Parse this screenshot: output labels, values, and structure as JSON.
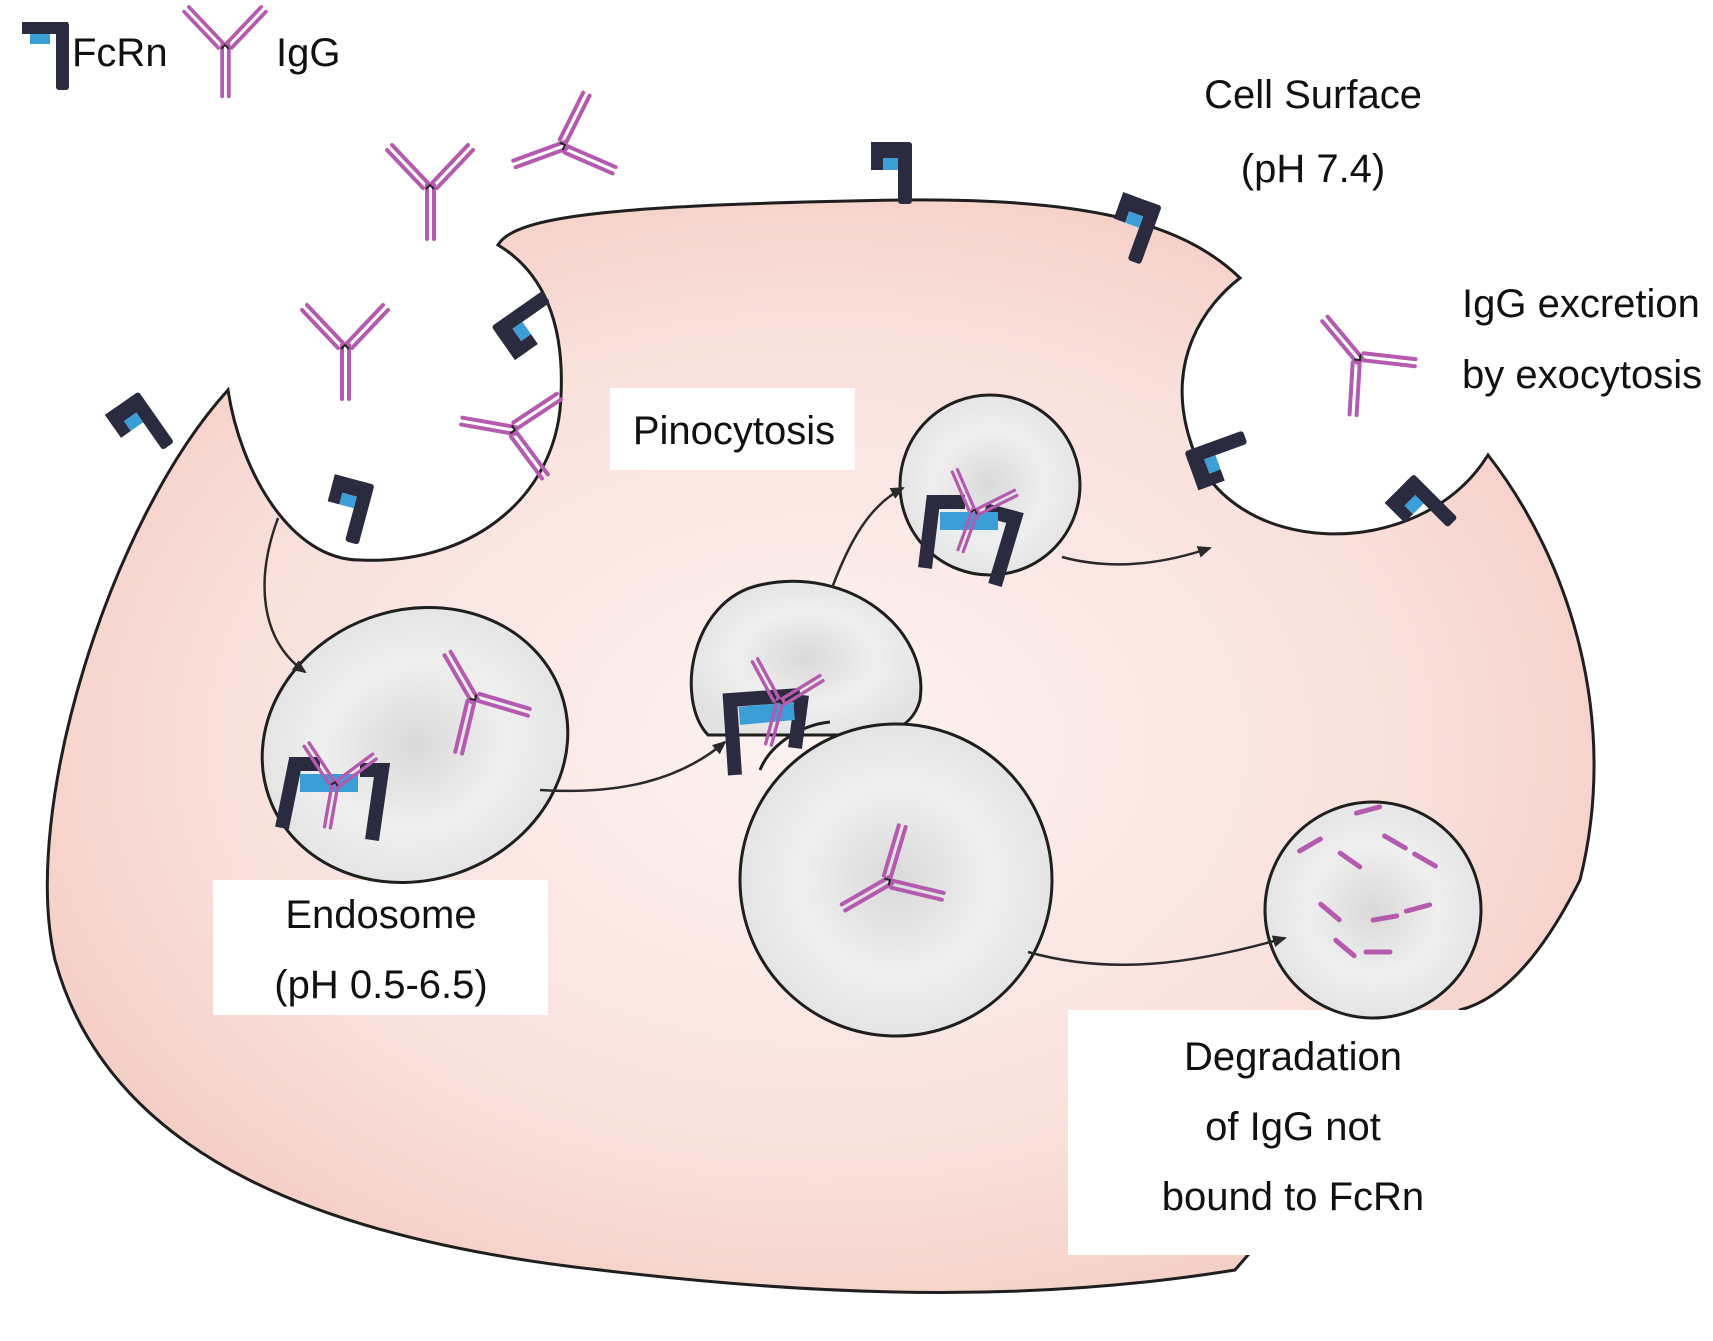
{
  "legend": {
    "fcrn_label": "FcRn",
    "igg_label": "IgG"
  },
  "labels": {
    "cell_surface": "Cell Surface",
    "cell_surface_ph": "(pH 7.4)",
    "igg_excretion_line1": "IgG excretion",
    "igg_excretion_line2": "by exocytosis",
    "pinocytosis": "Pinocytosis",
    "endosome": "Endosome",
    "endosome_ph": "(pH 0.5-6.5)",
    "degradation_line1": "Degradation",
    "degradation_line2": "of IgG not",
    "degradation_line3": "bound to FcRn"
  },
  "colors": {
    "cytoplasm": "#f3c9bf",
    "membrane": "#222222",
    "fcrn_dark": "#2b2b3f",
    "fcrn_binding_site": "#3b9ed6",
    "igg": "#b45bb0",
    "vesicle": "#e6e6e6"
  }
}
